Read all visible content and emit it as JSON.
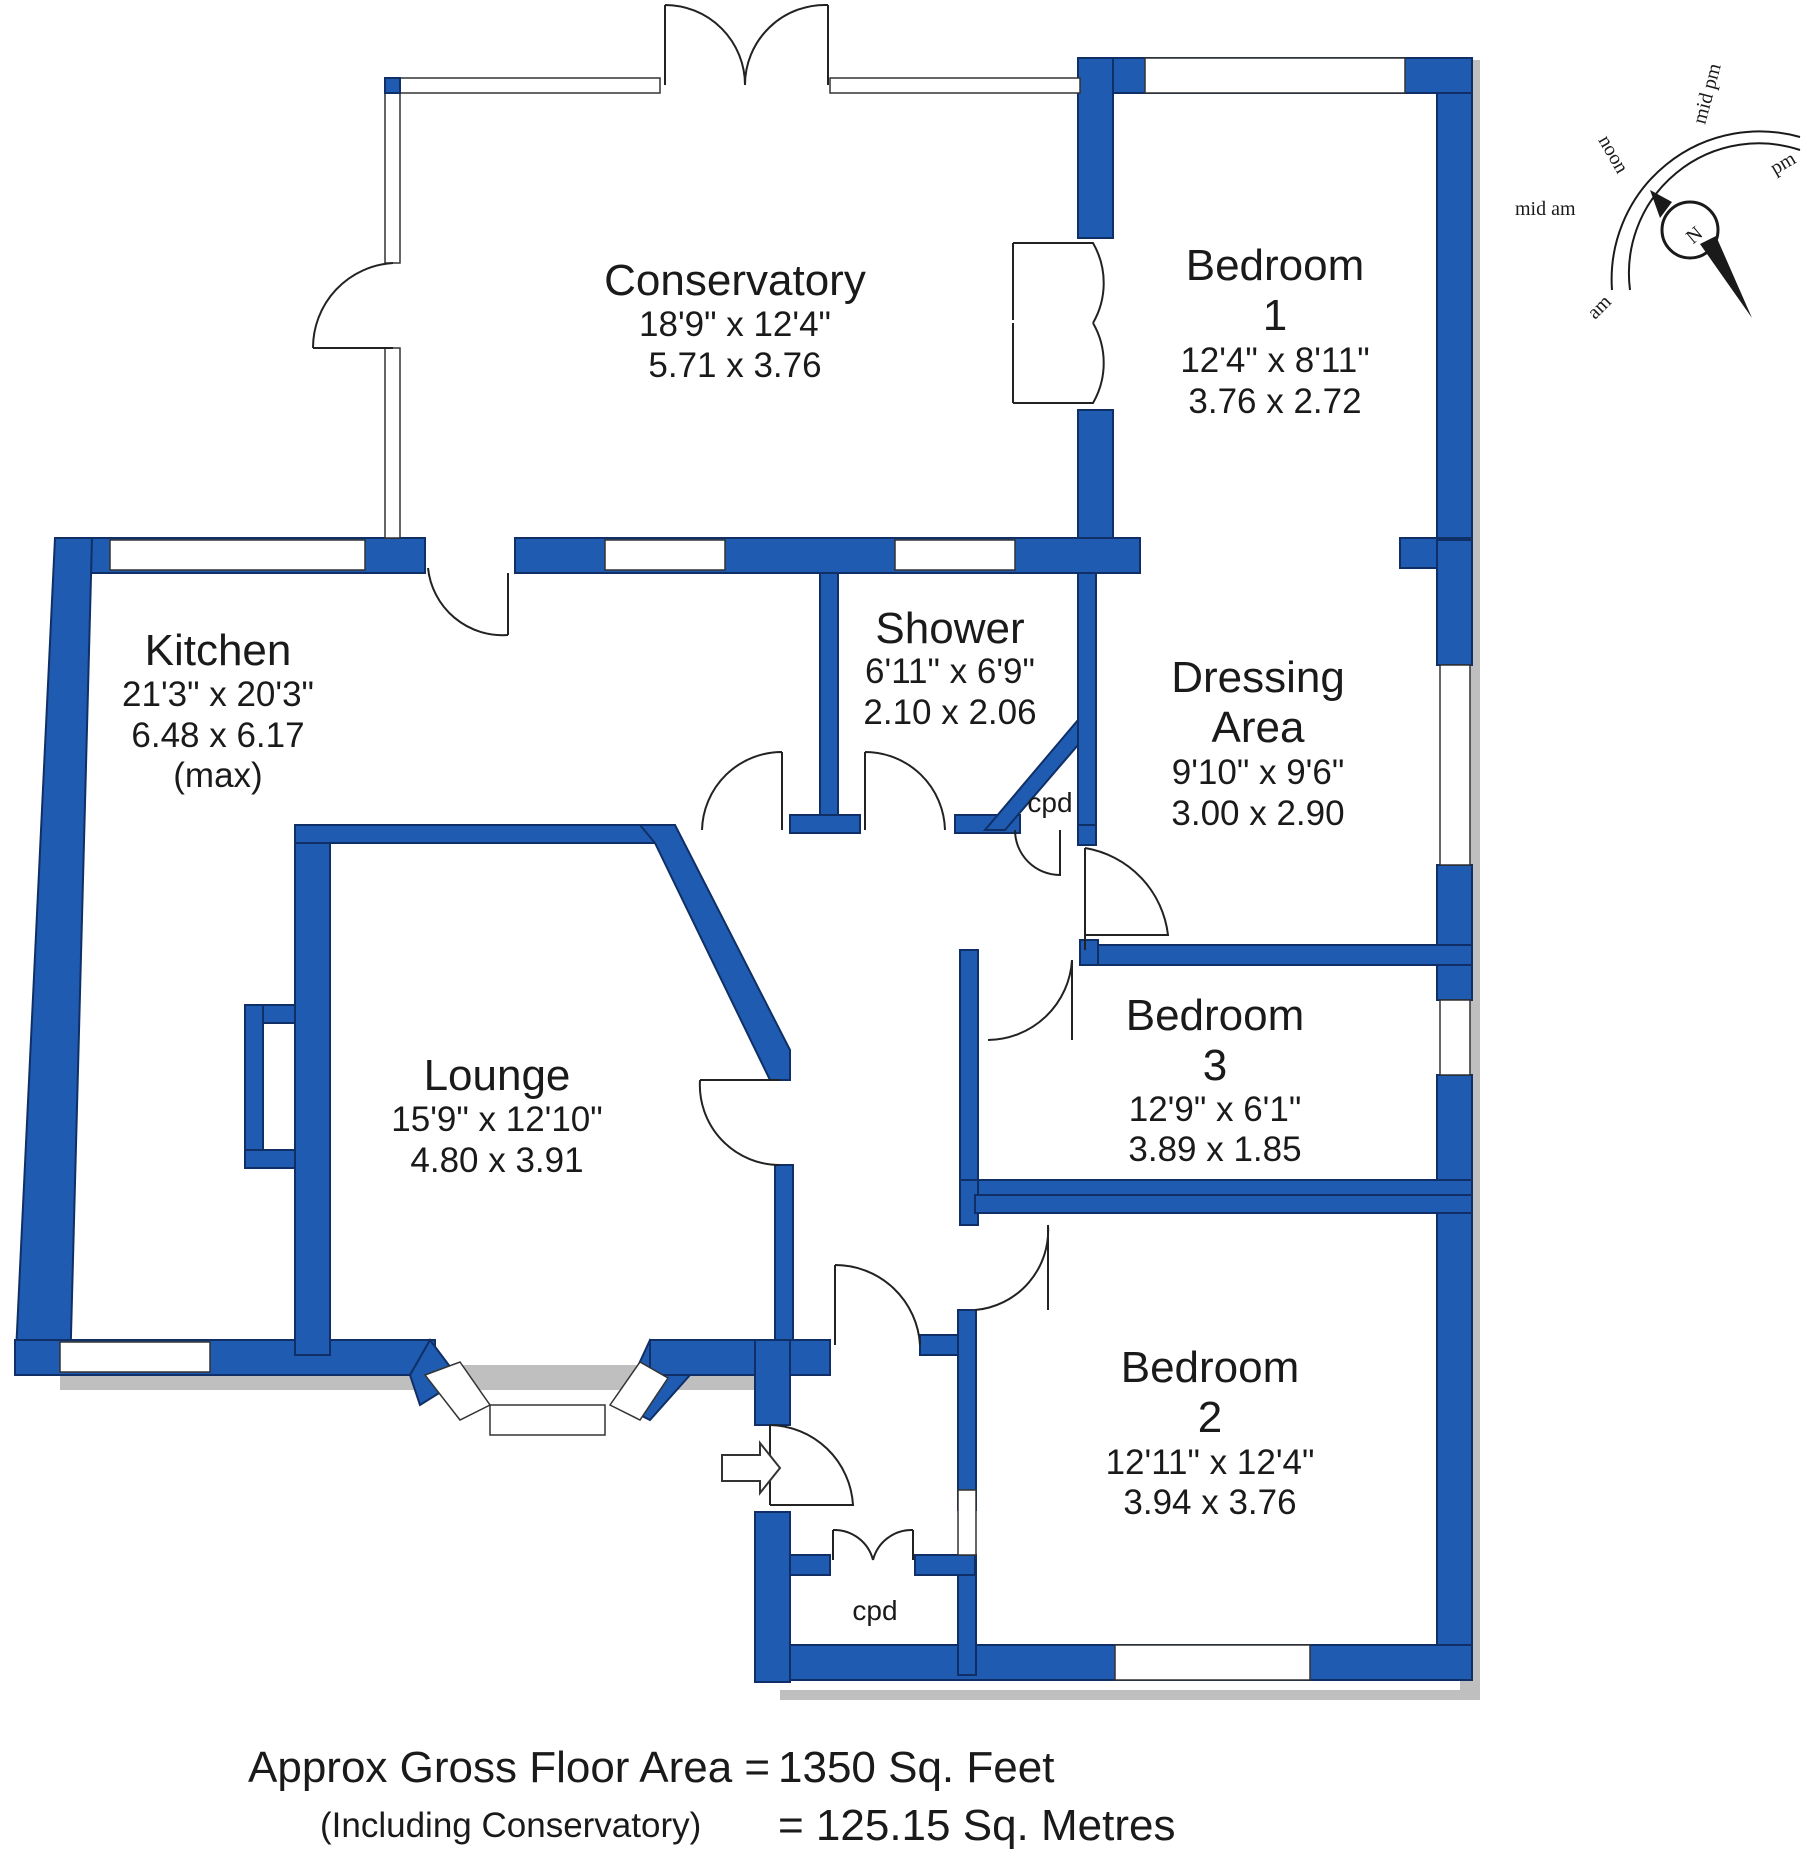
{
  "rooms": {
    "conservatory": {
      "name": "Conservatory",
      "dim_imperial": "18'9\"  x  12'4\"",
      "dim_metric": "5.71  x  3.76"
    },
    "bedroom1": {
      "name": "Bedroom",
      "number": "1",
      "dim_imperial": "12'4\"  x  8'11\"",
      "dim_metric": "3.76  x  2.72"
    },
    "shower": {
      "name": "Shower",
      "dim_imperial": "6'11\"  x  6'9\"",
      "dim_metric": "2.10  x  2.06"
    },
    "dressing": {
      "name": "Dressing",
      "name2": "Area",
      "dim_imperial": "9'10\"  x  9'6\"",
      "dim_metric": "3.00  x  2.90"
    },
    "kitchen": {
      "name": "Kitchen",
      "dim_imperial": "21'3\"  x  20'3\"",
      "dim_metric": "6.48  x  6.17",
      "note": "(max)"
    },
    "lounge": {
      "name": "Lounge",
      "dim_imperial": "15'9\"  x 12'10\"",
      "dim_metric": "4.80  x  3.91"
    },
    "bedroom3": {
      "name": "Bedroom",
      "number": "3",
      "dim_imperial": "12'9\"  x  6'1\"",
      "dim_metric": "3.89  x  1.85"
    },
    "bedroom2": {
      "name": "Bedroom",
      "number": "2",
      "dim_imperial": "12'11\" x  12'4\"",
      "dim_metric": "3.94  x  3.76"
    }
  },
  "cupboards": {
    "cpd_shower": "cpd",
    "cpd_hall": "cpd"
  },
  "compass": {
    "labels": {
      "noon": "noon",
      "mid_pm": "mid pm",
      "pm": "pm",
      "mid_am": "mid am",
      "am": "am"
    },
    "north": "N"
  },
  "area": {
    "line1_label": "Approx Gross Floor Area  =",
    "line1_value": "1350  Sq. Feet",
    "line2_label": "(Including Conservatory)",
    "line2_value": "=  125.15  Sq. Metres"
  },
  "colors": {
    "wall": "#1f5bb0",
    "wall_edge": "#0f2f66",
    "shadow": "#bfbfbf",
    "text": "#1a1a1a"
  }
}
